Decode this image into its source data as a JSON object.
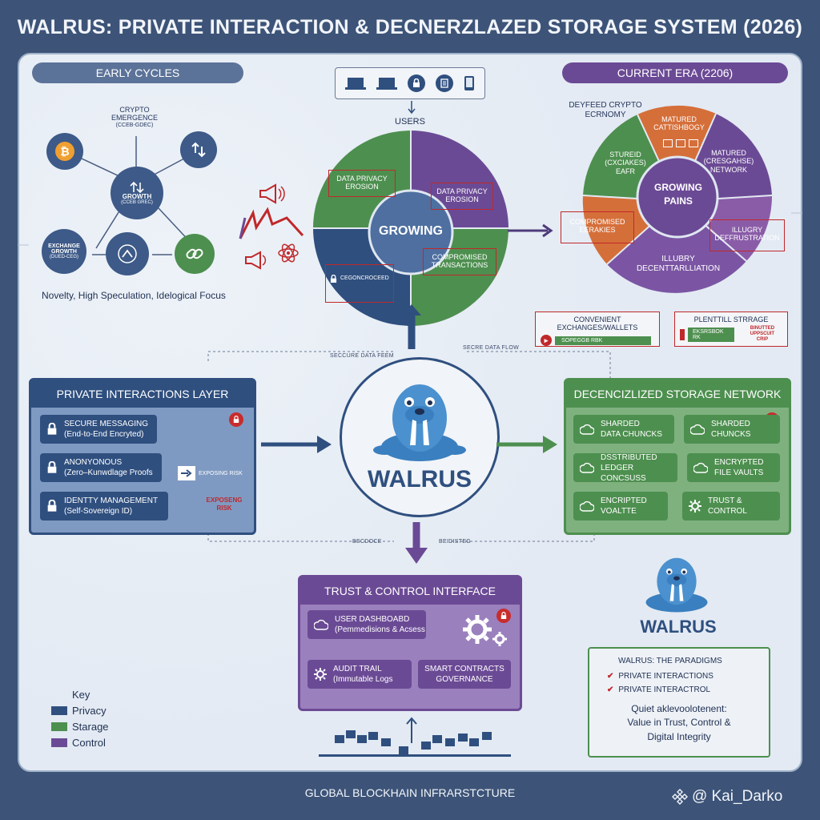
{
  "title": "WALRUS: PRIVATE INTERACTION & DECNERZLAZED STORAGE SYSTEM (2026)",
  "early": {
    "pill": "EARLY CYCLES",
    "center": "GROWTH",
    "center_sub": "(CCEB GREC)",
    "top": "CRYPTO",
    "top2": "EMERGENCE",
    "top_sub": "(CCEB-GDEC)",
    "left": "EXCHANGE",
    "left2": "GROWTH",
    "left_sub": "(DUED-CEG)",
    "caption": "Novelty, High Speculation, Idelogical Focus"
  },
  "users": {
    "label": "USERS"
  },
  "growing": {
    "center": "GROWING",
    "q1": "DATA PRIVACY",
    "q1b": "EROSION",
    "q2": "DATA PRIVACY",
    "q2b": "EROSION",
    "q3": "CEGONCROCEED",
    "q4": "COMPROMISED",
    "q4b": "TRANSACTIONS"
  },
  "current": {
    "pill": "CURRENT ERA (2206)",
    "deyfeed": "DEYFEED CRYPTO",
    "deyfeed2": "ECRNOMY",
    "s1": "MATURED",
    "s1b": "CATTISHBOGY",
    "s2": "STUREID",
    "s2b": "(CXCIAKES)",
    "s2c": "EAFR",
    "s3": "MATURED",
    "s3b": "(CRESGAHSE)",
    "s3c": "NETWORK",
    "s4": "COMPROMISED",
    "s4b": "EERAKIES",
    "s5": "ILLUGRY",
    "s5b": "DEFFRUSTRATION",
    "s6": "ILLUBRY",
    "s6b": "DECENTTARLLIATION",
    "center": "GROWING",
    "center2": "PAINS"
  },
  "callouts": {
    "c1": "CONVENIENT EXCHANGES/WALLETS",
    "c1_sub": "SOPEGGB RBK",
    "c2": "PLENTTILL STRRAGE",
    "c2_sub": "EKSRSBOK RK",
    "c2_red": "BINUTTED UPPSCUIT",
    "c2_red2": "CRIP"
  },
  "flows": {
    "f1": "SECCURE DATA FEEM",
    "f2": "SECRE DATA FLOW",
    "f3": "BECDOCE",
    "f4": "BEIDISTEG"
  },
  "private": {
    "header": "PRIVATE INTERACTIONS LAYER",
    "i1": "SECURE MESSAGING",
    "i1b": "(End-to-End Encryted)",
    "i2": "ANONYONOUS",
    "i2b": "(Zero–Kunwdlage Proofs",
    "i3": "IDENTTY MANAGEMENT",
    "i3b": "(Self-Sovereign ID)",
    "side": "EXPOSING RISK",
    "red": "EXPOSENG",
    "red2": "RISK"
  },
  "walrus": {
    "label": "WALRUS",
    "label2": "WALRUS"
  },
  "storage": {
    "header": "DECENCIZLIZED STORAGE NETWORK",
    "i1": "SHARDED",
    "i1b": "DATA CHUNCKS",
    "i2": "SHARDED",
    "i2b": "CHUNCKS",
    "i3": "DSSTRIBUTED",
    "i3b": "LEDGER CONCSUSS",
    "i4": "ENCRYPTED",
    "i4b": "FILE VAULTS",
    "i5": "ENCRIPTED",
    "i5b": "VOALTTE",
    "i6": "TRUST &",
    "i6b": "CONTROL"
  },
  "trust": {
    "header": "TRUST & CONTROL INTERFACE",
    "i1": "USER DASHBOABD",
    "i1b": "(Pemmedisions & Acsess",
    "i2": "AUDIT TRAIL",
    "i2b": "(Immutable Logs",
    "i3": "SMART CONTRACTS",
    "i3b": "GOVERNANCE"
  },
  "paradigm": {
    "title": "WALRUS: THE PARADIGMS",
    "p1": "PRIVATE INTERACTIONS",
    "p2": "PRIVATE INTERACTROL",
    "q1": "Quiet aklevoolotenent:",
    "q2": "Value in Trust, Control &",
    "q3": "Digital Integrity"
  },
  "legend": {
    "title": "Key",
    "privacy": "Privacy",
    "storage": "Starage",
    "control": "Control",
    "c_privacy": "#2f4f7f",
    "c_storage": "#4d8f4f",
    "c_control": "#6b4a95"
  },
  "footer": "GLOBAL BLOCKHAIN INFRARSTCTURE",
  "watermark": "@ Kai_Darko"
}
